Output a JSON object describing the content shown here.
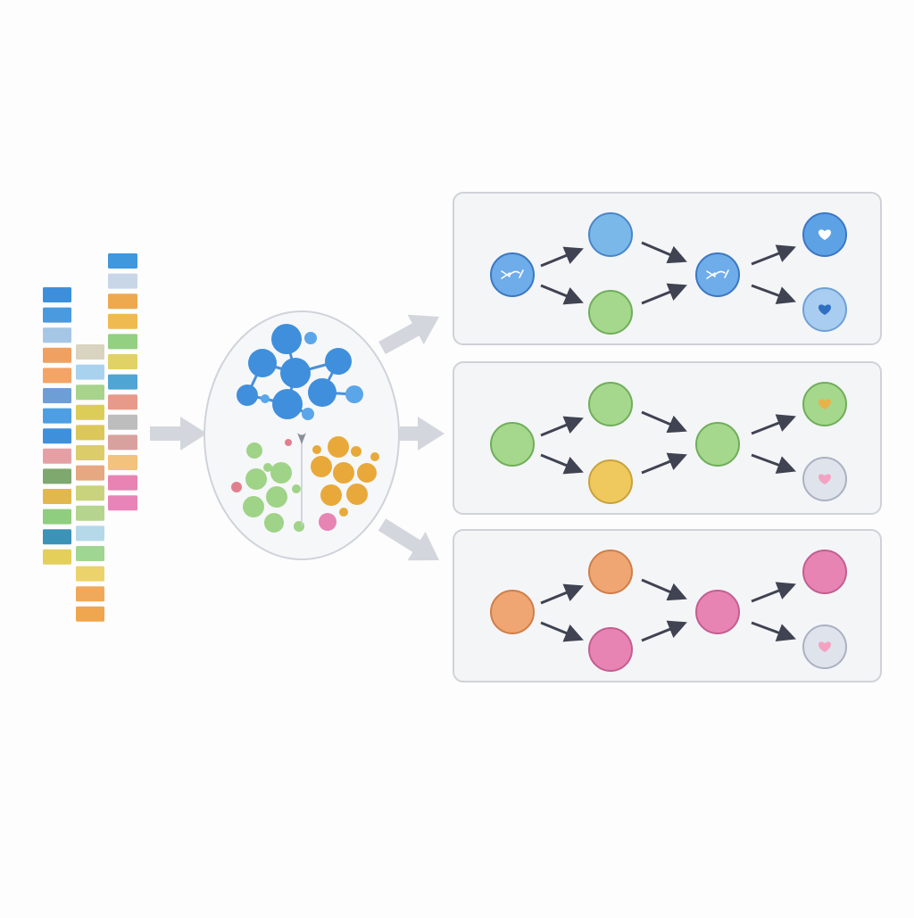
{
  "colors": {
    "background": "#fdfdfd",
    "panel_fill": "#f4f5f7",
    "panel_stroke": "#cfd2d8",
    "big_arrow": "#d3d6dc",
    "edge_arrow": "#3f4352",
    "blue": "#4a90d9",
    "light_blue": "#7ab8ea",
    "green": "#9fd387",
    "yellow": "#efc95e",
    "orange": "#f0a672",
    "pink": "#e784b3",
    "lavender": "#d5dbe8",
    "heart_white": "#ffffff",
    "heart_blue": "#2f6fc2",
    "heart_gold": "#e8b24a",
    "heart_pink": "#f3a3c2"
  },
  "stacks": [
    {
      "name": "stack-left",
      "cells": [
        "#3d8fdc",
        "#4a9ae0",
        "#a6c6e6",
        "#f0a060",
        "#f3a466",
        "#6d9fd6",
        "#4d9ee2",
        "#3f90dc",
        "#e5a0a6",
        "#7fa86e",
        "#e2b84e",
        "#8fce7e",
        "#3c93b8",
        "#e3cf5a"
      ]
    },
    {
      "name": "stack-middle",
      "cells": [
        "#d9d4bf",
        "#a8d2ee",
        "#a7d48a",
        "#dccc58",
        "#dcc75a",
        "#dccc6a",
        "#e6a880",
        "#c9d27c",
        "#b5d48e",
        "#b5d9e8",
        "#9fd692",
        "#ecd26a",
        "#f0a95a",
        "#f0a64e"
      ]
    },
    {
      "name": "stack-right",
      "cells": [
        "#3f97dd",
        "#c9d6e8",
        "#eea84e",
        "#efbb50",
        "#93d082",
        "#e1d265",
        "#4fa5d3",
        "#e89a8a",
        "#bdbdbd",
        "#d9a19e",
        "#f3c27c",
        "#e883b3",
        "#e884b7"
      ]
    }
  ],
  "cluster": {
    "blue_nodes": 11,
    "green_nodes": 9,
    "orange_nodes": 10,
    "pink_nodes": 3
  },
  "pipelines": [
    {
      "name": "pipeline-blue",
      "nodes": [
        {
          "role": "input",
          "fill": "#6eacea",
          "stroke": "#3a78c2",
          "glyph": "bow"
        },
        {
          "role": "upper",
          "fill": "#7ab8ea",
          "stroke": "#4a86c8",
          "glyph": ""
        },
        {
          "role": "lower",
          "fill": "#a5d88c",
          "stroke": "#6fae5a",
          "glyph": ""
        },
        {
          "role": "merge",
          "fill": "#6eacea",
          "stroke": "#3a78c2",
          "glyph": "bow"
        },
        {
          "role": "out-upper",
          "fill": "#5ea2e6",
          "stroke": "#3a78c2",
          "glyph": "heart-white"
        },
        {
          "role": "out-lower",
          "fill": "#a9cdf0",
          "stroke": "#6fa0d6",
          "glyph": "heart-blue"
        }
      ]
    },
    {
      "name": "pipeline-green",
      "nodes": [
        {
          "role": "input",
          "fill": "#a5d88c",
          "stroke": "#6fae5a",
          "glyph": ""
        },
        {
          "role": "upper",
          "fill": "#a5d88c",
          "stroke": "#6fae5a",
          "glyph": ""
        },
        {
          "role": "lower",
          "fill": "#efc95e",
          "stroke": "#c9a23a",
          "glyph": ""
        },
        {
          "role": "merge",
          "fill": "#a5d88c",
          "stroke": "#6fae5a",
          "glyph": ""
        },
        {
          "role": "out-upper",
          "fill": "#a5d88c",
          "stroke": "#6fae5a",
          "glyph": "heart-gold"
        },
        {
          "role": "out-lower",
          "fill": "#dfe3ec",
          "stroke": "#aab1c2",
          "glyph": "heart-pink"
        }
      ]
    },
    {
      "name": "pipeline-orange",
      "nodes": [
        {
          "role": "input",
          "fill": "#f0a672",
          "stroke": "#d07e48",
          "glyph": ""
        },
        {
          "role": "upper",
          "fill": "#f0a672",
          "stroke": "#d07e48",
          "glyph": ""
        },
        {
          "role": "lower",
          "fill": "#e784b3",
          "stroke": "#c45e90",
          "glyph": ""
        },
        {
          "role": "merge",
          "fill": "#e784b3",
          "stroke": "#c45e90",
          "glyph": ""
        },
        {
          "role": "out-upper",
          "fill": "#e784b3",
          "stroke": "#c45e90",
          "glyph": ""
        },
        {
          "role": "out-lower",
          "fill": "#dfe3ec",
          "stroke": "#aab1c2",
          "glyph": "heart-pink"
        }
      ]
    }
  ]
}
